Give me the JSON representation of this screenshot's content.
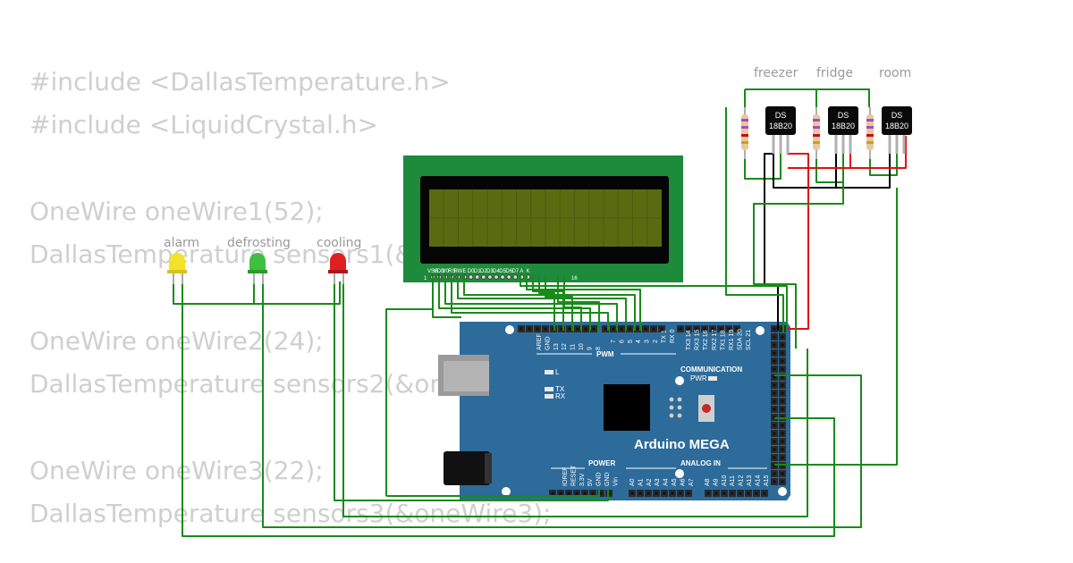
{
  "code": {
    "lines": [
      "#include <DallasTemperature.h>",
      "#include <LiquidCrystal.h>",
      "",
      "OneWire oneWire1(52);",
      "DallasTemperature sensors1(&oneWire1);",
      "",
      "OneWire oneWire2(24);",
      "DallasTemperature sensors2(&oneWire2);",
      "",
      "OneWire oneWire3(22);",
      "DallasTemperature sensors3(&oneWire3);"
    ]
  },
  "sensors": [
    {
      "label": "freezer",
      "chip": "DS 18B20"
    },
    {
      "label": "fridge",
      "chip": "DS 18B20"
    },
    {
      "label": "room",
      "chip": "DS 18B20"
    }
  ],
  "leds": [
    {
      "label": "alarm",
      "color": "#f2e22a"
    },
    {
      "label": "defrosting",
      "color": "#3fbf3f"
    },
    {
      "label": "cooling",
      "color": "#e02020"
    }
  ],
  "lcd": {
    "pins": [
      "VSS",
      "VDD",
      "V0",
      "RS",
      "RW",
      "E",
      "D0",
      "D1",
      "D2",
      "D3",
      "D4",
      "D5",
      "D6",
      "D7",
      "A",
      "K"
    ],
    "pin_first": "1",
    "pin_last": "16"
  },
  "board": {
    "name": "Arduino MEGA",
    "pwm": "PWM",
    "communication": "COMMUNICATION",
    "power": "POWER",
    "analog_in": "ANALOG IN",
    "pwr_led": "PWR",
    "led_l": "L",
    "led_tx": "TX",
    "led_rx": "RX",
    "top_pins_left": [
      "AREF",
      "GND",
      "13",
      "12",
      "11",
      "10",
      "9",
      "8"
    ],
    "top_pins_right": [
      "7",
      "6",
      "5",
      "4",
      "3",
      "2",
      "TX 1",
      "RX 0"
    ],
    "comm_pins": [
      "TX3 14",
      "RX3 15",
      "TX2 16",
      "RX2 17",
      "TX1 18",
      "RX1 19",
      "SDA 20",
      "SCL 21"
    ],
    "power_pins": [
      "IOREF",
      "RESET",
      "3.3V",
      "5V",
      "GND",
      "GND",
      "Vin"
    ],
    "analog_pins": [
      "A0",
      "A1",
      "A2",
      "A3",
      "A4",
      "A5",
      "A6",
      "A7",
      "A8",
      "A9",
      "A10",
      "A11",
      "A12",
      "A13",
      "A14",
      "A15"
    ]
  },
  "colors": {
    "wire_green": "#1a8a1a",
    "wire_red": "#e01010",
    "wire_black": "#000000",
    "board_blue": "#2d6b9a",
    "lcd_green": "#1e8a3c",
    "lcd_screen": "#5a6a10"
  }
}
